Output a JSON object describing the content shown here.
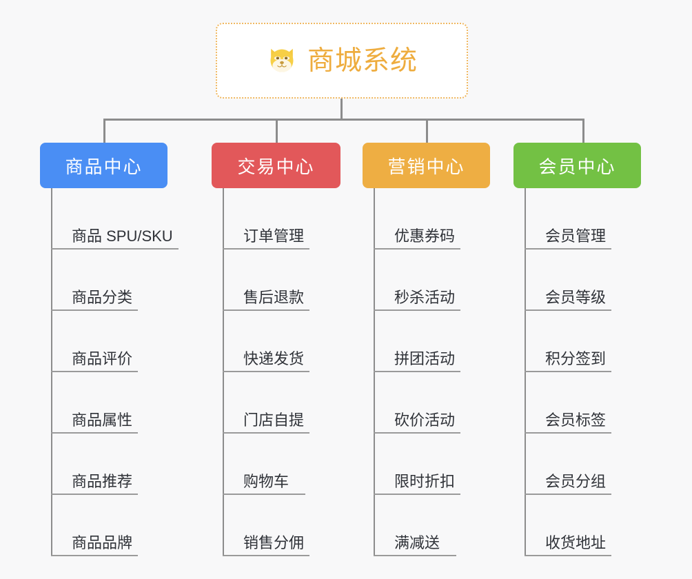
{
  "diagram": {
    "type": "mind-map",
    "background_color": "#f8f8f9",
    "connector_color": "#8c8c8c",
    "root": {
      "title": "商城系统",
      "icon": "dog-face-emoji",
      "icon_glyph": "🐶",
      "text_color": "#eeac3e",
      "border_color": "#f0b860",
      "background_color": "#ffffff"
    },
    "branches": [
      {
        "title": "商品中心",
        "color": "#4a8ef4",
        "items": [
          "商品 SPU/SKU",
          "商品分类",
          "商品评价",
          "商品属性",
          "商品推荐",
          "商品品牌"
        ]
      },
      {
        "title": "交易中心",
        "color": "#e2585a",
        "items": [
          "订单管理",
          "售后退款",
          "快递发货",
          "门店自提",
          "购物车",
          "销售分佣"
        ]
      },
      {
        "title": "营销中心",
        "color": "#eeae43",
        "items": [
          "优惠券码",
          "秒杀活动",
          "拼团活动",
          "砍价活动",
          "限时折扣",
          "满减送"
        ]
      },
      {
        "title": "会员中心",
        "color": "#73c144",
        "items": [
          "会员管理",
          "会员等级",
          "积分签到",
          "会员标签",
          "会员分组",
          "收货地址"
        ]
      }
    ]
  }
}
